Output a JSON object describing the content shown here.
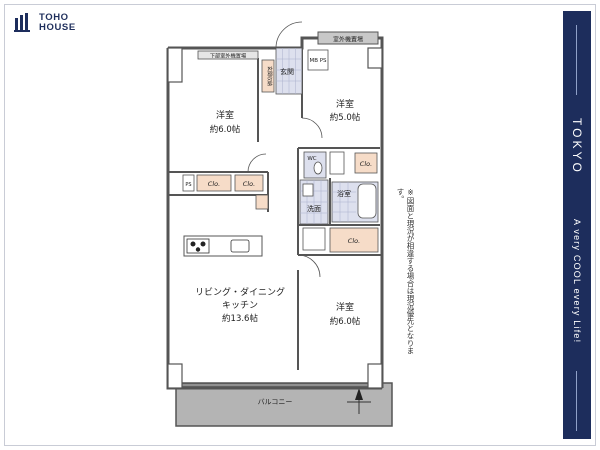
{
  "brand": {
    "line1": "TOHO",
    "line2": "HOUSE",
    "color": "#1d2d5c"
  },
  "side": {
    "city": "TOKYO",
    "slogan": "A very COOL every Life!"
  },
  "note": "※図面と現況が相違する場合は現況優先となります。",
  "rooms": {
    "bedroom_nw": {
      "name": "洋室",
      "size": "約6.0帖"
    },
    "bedroom_ne": {
      "name": "洋室",
      "size": "約5.0帖"
    },
    "bedroom_se": {
      "name": "洋室",
      "size": "約6.0帖"
    },
    "ldk": {
      "line1": "リビング・ダイニング",
      "line2": "キッチン",
      "size": "約13.6帖"
    },
    "entrance": "玄関",
    "shoe_storage": "玄関収納",
    "washroom": "洗面",
    "bathroom": "浴室",
    "toilet": "WC",
    "balcony": "バルコニー",
    "mbps": "MB\nPS",
    "ps": "PS"
  },
  "labels": {
    "outdoor_unit_top": "室外機置場",
    "outdoor_unit_lower": "下部室外機置場",
    "closet": "Clo."
  },
  "colors": {
    "closet_fill": "#f6dcc8",
    "balcony_fill": "#b4b4b4",
    "tile_fill": "#dde0ee",
    "wall": "#555555"
  }
}
